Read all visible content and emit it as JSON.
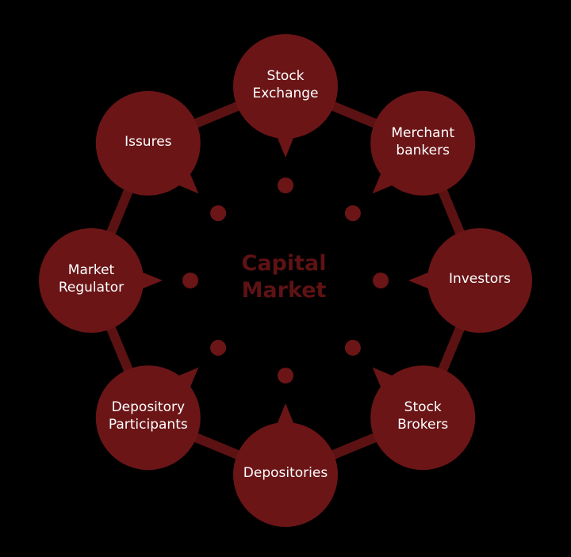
{
  "diagram": {
    "center": {
      "line1": "Capital",
      "line2": "Market"
    },
    "nodes": [
      {
        "id": "stock-exchange",
        "lines": [
          "Stock",
          "Exchange"
        ]
      },
      {
        "id": "merchant-bankers",
        "lines": [
          "Merchant",
          "bankers"
        ]
      },
      {
        "id": "investors",
        "lines": [
          "Investors"
        ]
      },
      {
        "id": "stock-brokers",
        "lines": [
          "Stock",
          "Brokers"
        ]
      },
      {
        "id": "depositories",
        "lines": [
          "Depositories"
        ]
      },
      {
        "id": "depository-participants",
        "lines": [
          "Depository",
          "Participants"
        ]
      },
      {
        "id": "market-regulator",
        "lines": [
          "Market",
          "Regulator"
        ]
      },
      {
        "id": "issures",
        "lines": [
          "Issures"
        ]
      }
    ],
    "colors": {
      "background": "#000000",
      "bubble": "#6b1517",
      "ring": "#5c1213",
      "dot": "#6b1517",
      "center_text": "#5e1214",
      "label_text": "#ffffff"
    }
  }
}
